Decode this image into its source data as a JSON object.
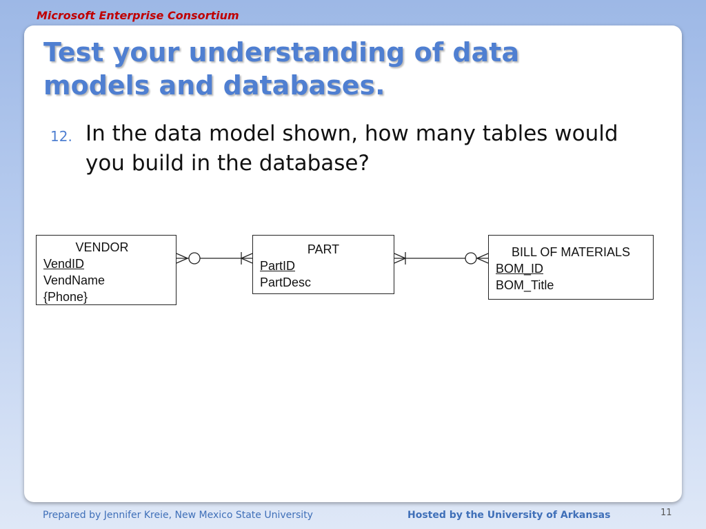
{
  "header": {
    "consortium": "Microsoft Enterprise Consortium"
  },
  "slide": {
    "title": "Test your understanding of data models and databases.",
    "question_number": "12.",
    "question_text": "In the data model shown, how many tables would you build in the database?"
  },
  "diagram": {
    "vendor": {
      "name": "VENDOR",
      "attributes": [
        "VendID",
        "VendName",
        "{Phone}"
      ]
    },
    "part": {
      "name": "PART",
      "attributes": [
        "PartID",
        "PartDesc"
      ]
    },
    "bom": {
      "name": "BILL OF MATERIALS",
      "attributes": [
        "BOM_ID",
        "BOM_Title"
      ]
    }
  },
  "footer": {
    "prepared_by": "Prepared by Jennifer Kreie, New Mexico State University",
    "hosted_by": "Hosted by the University of Arkansas",
    "page_number": "11"
  }
}
